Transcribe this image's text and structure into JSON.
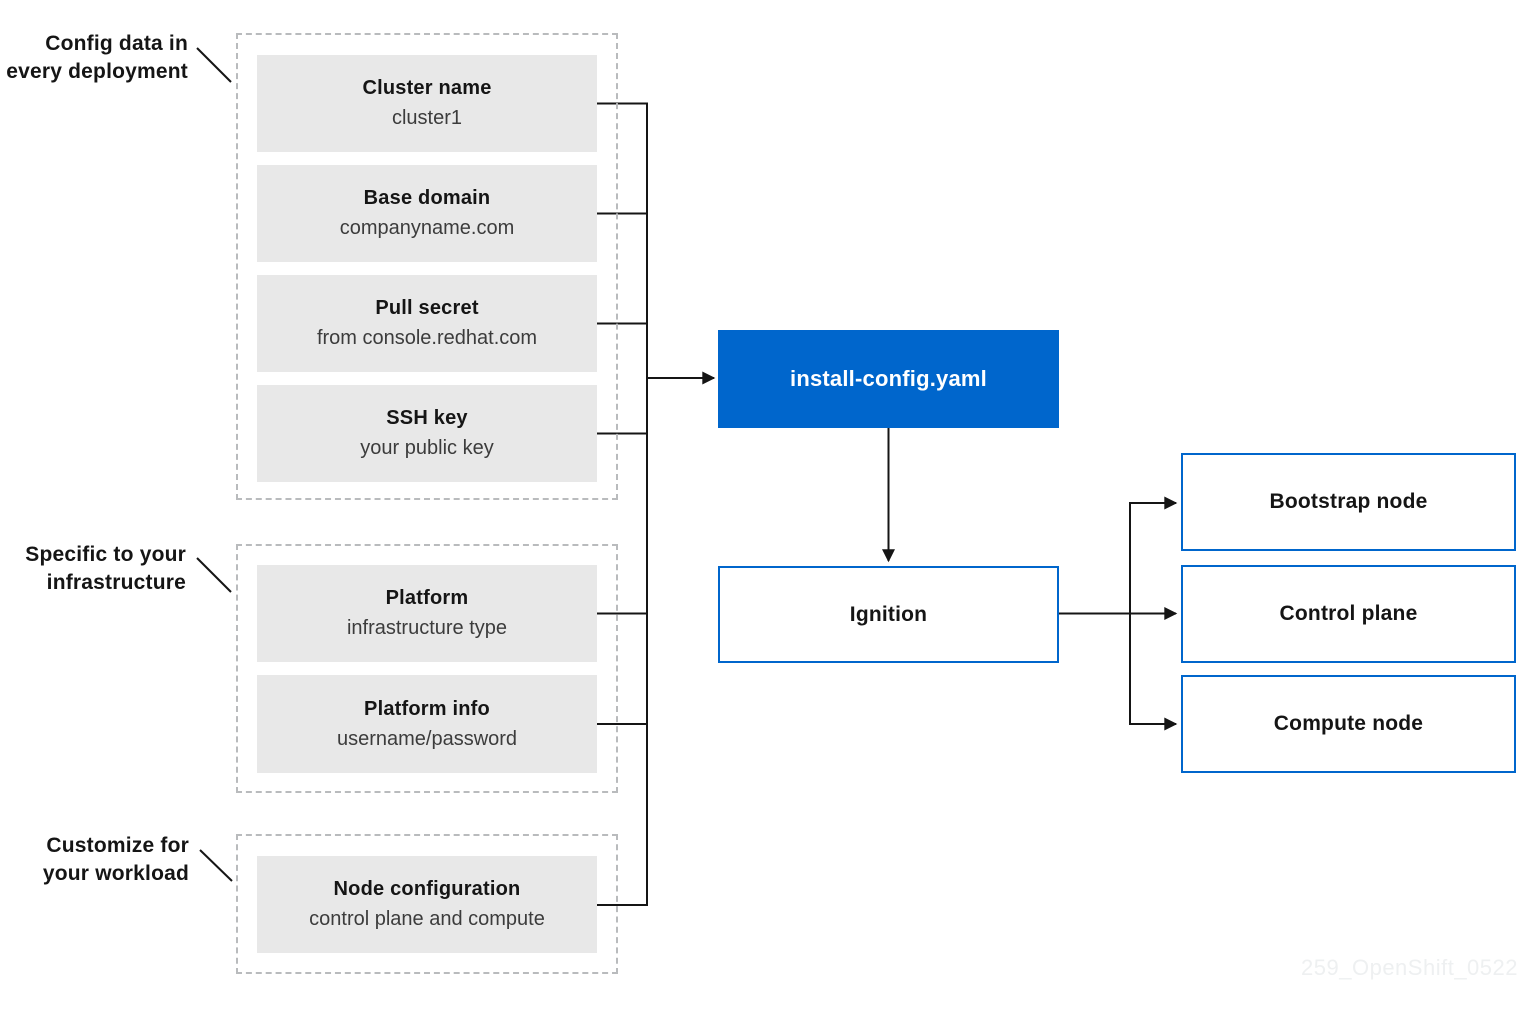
{
  "annotations": [
    {
      "line1": "Config data in",
      "line2": "every deployment"
    },
    {
      "line1": "Specific to your",
      "line2": "infrastructure"
    },
    {
      "line1": "Customize for",
      "line2": "your workload"
    }
  ],
  "config_boxes": [
    {
      "title": "Cluster name",
      "subtitle": "cluster1"
    },
    {
      "title": "Base domain",
      "subtitle": "companyname.com"
    },
    {
      "title": "Pull secret",
      "subtitle": "from console.redhat.com"
    },
    {
      "title": "SSH key",
      "subtitle": "your public key"
    },
    {
      "title": "Platform",
      "subtitle": "infrastructure type"
    },
    {
      "title": "Platform info",
      "subtitle": "username/password"
    },
    {
      "title": "Node configuration",
      "subtitle": "control plane and compute"
    }
  ],
  "flow": {
    "install_config": "install-config.yaml",
    "ignition": "Ignition",
    "outputs": [
      "Bootstrap node",
      "Control plane",
      "Compute node"
    ]
  },
  "watermark": "259_OpenShift_0522",
  "colors": {
    "accent_blue": "#0066cc",
    "config_box_fill": "#e8e8e8",
    "line": "#151515",
    "dashed_border": "#b9bbbd",
    "text_primary": "#151515",
    "text_secondary": "#3c3c3c",
    "watermark": "#eef0f1"
  }
}
